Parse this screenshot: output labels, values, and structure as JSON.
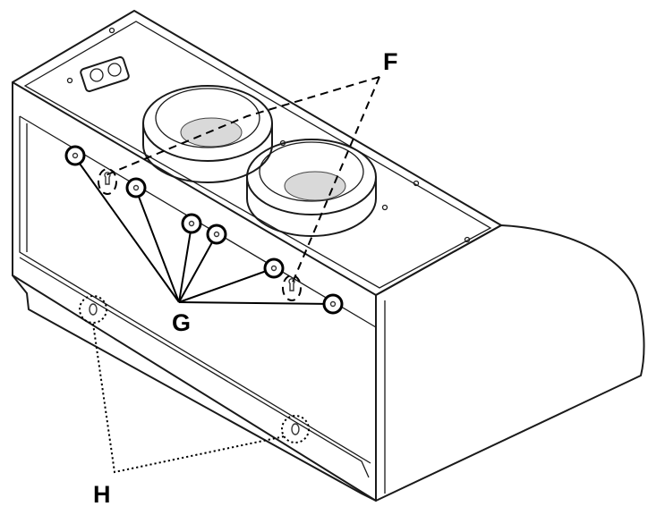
{
  "callouts": {
    "F": "F",
    "G": "G",
    "H": "H"
  },
  "colors": {
    "line": "#1a1a1a",
    "background": "#ffffff"
  }
}
